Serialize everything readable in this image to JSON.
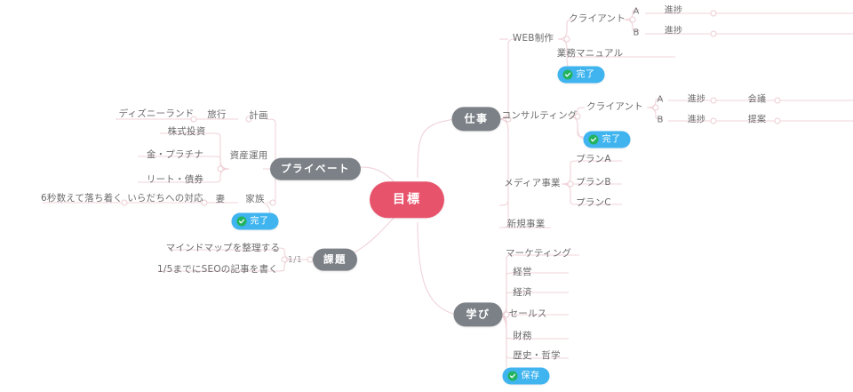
{
  "app": {
    "background_color": "#ffffff",
    "link_color": "#f0d3d9",
    "root_color": "#e8536c",
    "chip_color": "#7c8187",
    "badge_color": "#3fb4ef",
    "check_color": "#21b35f",
    "text_color": "#6b6b6b"
  },
  "root": {
    "label": "目標"
  },
  "branches": {
    "work": {
      "label": "仕事",
      "children": {
        "web": {
          "label": "WEB制作",
          "client": {
            "label": "クライアント",
            "items": [
              {
                "label": "A",
                "child": "進捗"
              },
              {
                "label": "B",
                "child": "進捗"
              }
            ]
          },
          "manual": {
            "label": "業務マニュアル"
          },
          "status": {
            "label": "完了",
            "icon": "check-circle-icon"
          }
        },
        "consulting": {
          "label": "コンサルティング",
          "client": {
            "label": "クライアント",
            "items": [
              {
                "label": "A",
                "child": "進捗",
                "grandchild": "会議"
              },
              {
                "label": "B",
                "child": "進捗",
                "grandchild": "提案"
              }
            ]
          },
          "status": {
            "label": "完了",
            "icon": "check-circle-icon"
          }
        },
        "media": {
          "label": "メディア事業",
          "plans": [
            "プランA",
            "プランB",
            "プランC"
          ]
        },
        "newbiz": {
          "label": "新規事業"
        }
      }
    },
    "learning": {
      "label": "学び",
      "items": [
        "マーケティング",
        "経営",
        "経済",
        "セールス",
        "財務",
        "歴史・哲学"
      ],
      "status": {
        "label": "保存",
        "icon": "check-circle-icon"
      }
    },
    "private": {
      "label": "プライベート",
      "travel": {
        "plan": "計画",
        "label": "旅行",
        "child": "ディズニーランド"
      },
      "assets": {
        "label": "資産運用",
        "items": [
          "株式投資",
          "金・プラチナ",
          "リート・債券"
        ]
      },
      "family": {
        "label": "家族",
        "wife": "妻",
        "anger": "いらだちへの対応",
        "tip": "6秒数えて落ち着く",
        "status": {
          "label": "完了",
          "icon": "check-circle-icon"
        }
      }
    },
    "task": {
      "label": "課題",
      "counter": "1/1",
      "items": [
        "マインドマップを整理する",
        "1/5までにSEOの記事を書く"
      ]
    }
  }
}
